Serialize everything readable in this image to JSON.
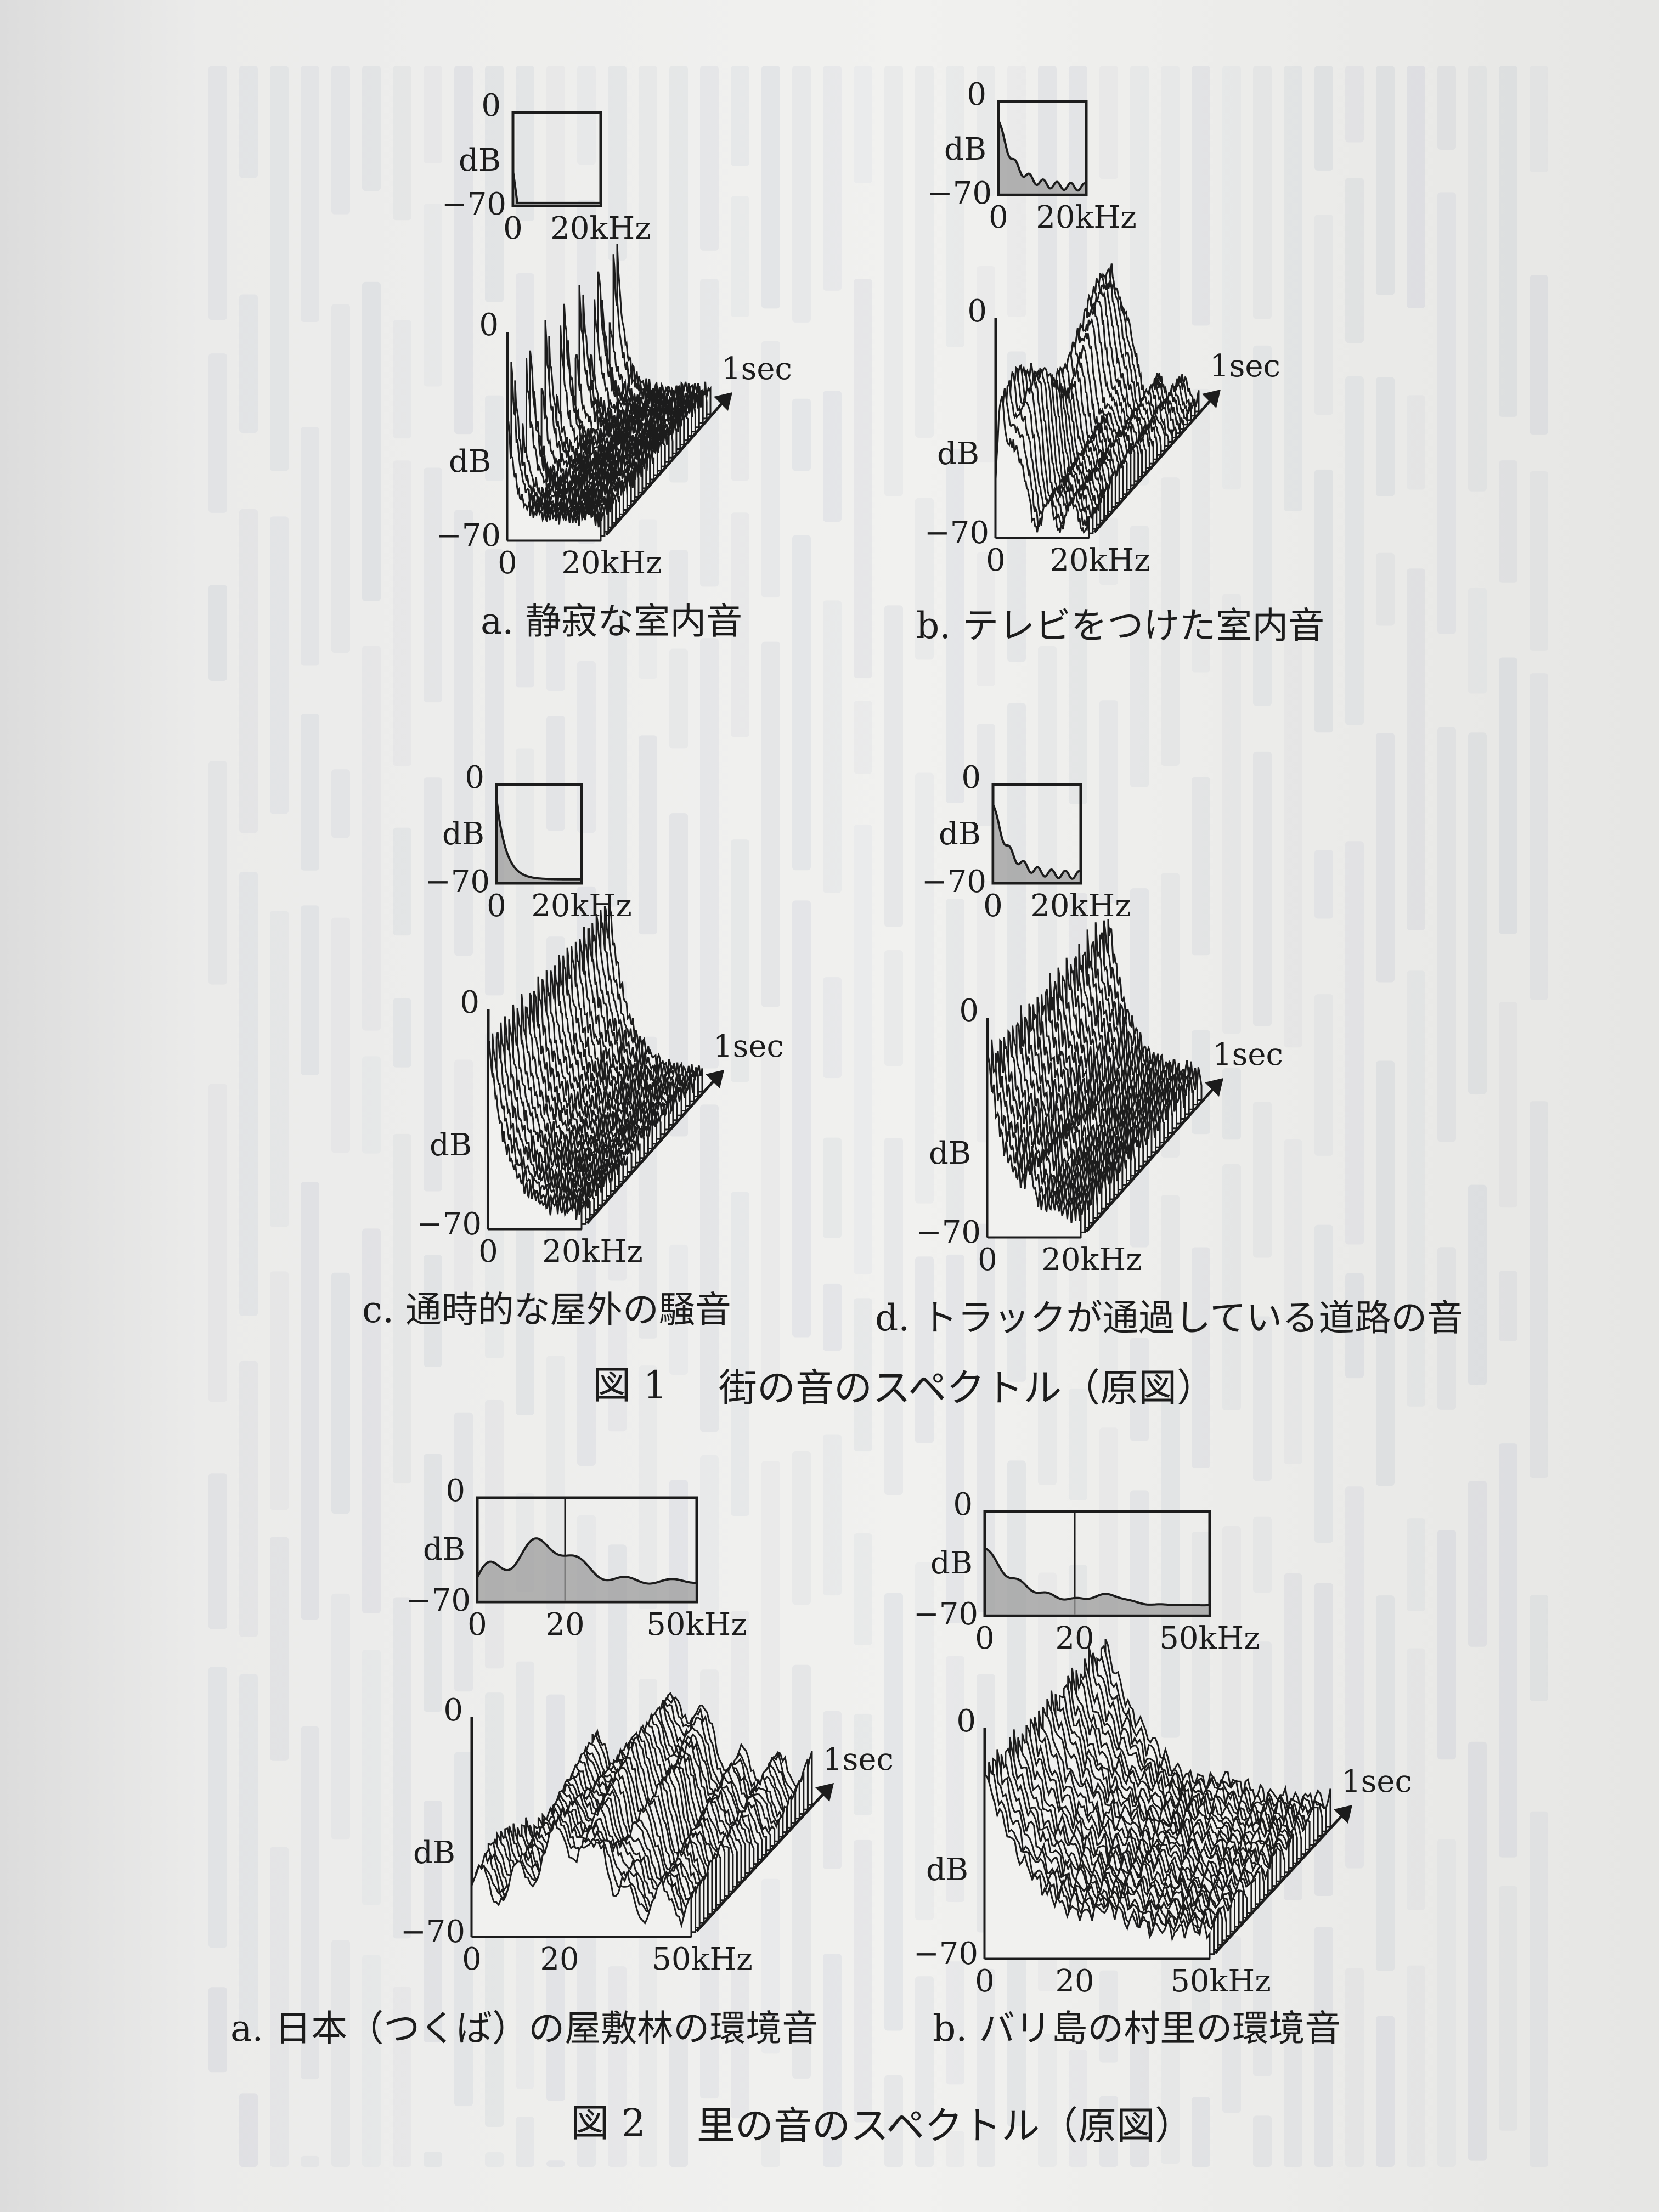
{
  "figure1": {
    "title_prefix": "図 1",
    "title": "街の音のスペクトル（原図）",
    "panels": [
      {
        "caption": "a. 静寂な室内音",
        "inset": {
          "y_top": "0",
          "y_label": "dB",
          "y_bottom": "−70",
          "x_left": "0",
          "x_right": "20kHz",
          "curve": "flat"
        },
        "waterfall": {
          "y_top": "0",
          "y_label": "dB",
          "y_bottom": "−70",
          "x_left": "0",
          "x_right": "20kHz",
          "time_label": "1sec",
          "pattern": "quiet"
        }
      },
      {
        "caption": "b. テレビをつけた室内音",
        "inset": {
          "y_top": "0",
          "y_label": "dB",
          "y_bottom": "−70",
          "x_left": "0",
          "x_right": "20kHz",
          "curve": "decay"
        },
        "waterfall": {
          "y_top": "0",
          "y_label": "dB",
          "y_bottom": "−70",
          "x_left": "0",
          "x_right": "20kHz",
          "time_label": "1sec",
          "pattern": "tv"
        }
      },
      {
        "caption": "c. 通時的な屋外の騒音",
        "inset": {
          "y_top": "0",
          "y_label": "dB",
          "y_bottom": "−70",
          "x_left": "0",
          "x_right": "20kHz",
          "curve": "steep"
        },
        "waterfall": {
          "y_top": "0",
          "y_label": "dB",
          "y_bottom": "−70",
          "x_left": "0",
          "x_right": "20kHz",
          "time_label": "1sec",
          "pattern": "outdoor"
        }
      },
      {
        "caption": "d. トラックが通過している道路の音",
        "inset": {
          "y_top": "0",
          "y_label": "dB",
          "y_bottom": "−70",
          "x_left": "0",
          "x_right": "20kHz",
          "curve": "decay"
        },
        "waterfall": {
          "y_top": "0",
          "y_label": "dB",
          "y_bottom": "−70",
          "x_left": "0",
          "x_right": "20kHz",
          "time_label": "1sec",
          "pattern": "truck"
        }
      }
    ]
  },
  "figure2": {
    "title_prefix": "図 2",
    "title": "里の音のスペクトル（原図）",
    "panels": [
      {
        "caption": "a. 日本（つくば）の屋敷林の環境音",
        "inset": {
          "y_top": "0",
          "y_label": "dB",
          "y_bottom": "−70",
          "x_left": "0",
          "x_mid": "20",
          "x_right": "50kHz",
          "curve": "bumpy"
        },
        "waterfall": {
          "y_top": "0",
          "y_label": "dB",
          "y_bottom": "−70",
          "x_left": "0",
          "x_mid": "20",
          "x_right": "50kHz",
          "time_label": "1sec",
          "pattern": "forest"
        }
      },
      {
        "caption": "b. バリ島の村里の環境音",
        "inset": {
          "y_top": "0",
          "y_label": "dB",
          "y_bottom": "−70",
          "x_left": "0",
          "x_mid": "20",
          "x_right": "50kHz",
          "curve": "lowpeak"
        },
        "waterfall": {
          "y_top": "0",
          "y_label": "dB",
          "y_bottom": "−70",
          "x_left": "0",
          "x_mid": "20",
          "x_right": "50kHz",
          "time_label": "1sec",
          "pattern": "bali"
        }
      }
    ]
  },
  "colors": {
    "ink": "#1c1c1c",
    "fill": "#9c9c9c",
    "paper": "#f1f1ef",
    "bleed": "#8f9bb8"
  }
}
